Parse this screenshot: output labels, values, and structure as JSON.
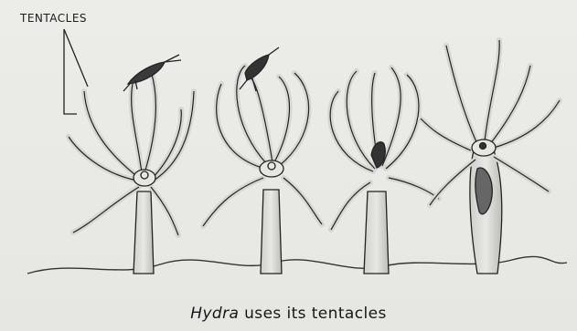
{
  "figure": {
    "label": "TENTACLES",
    "caption": {
      "italic": "Hydra",
      "rest": " uses its tentacles"
    }
  }
}
